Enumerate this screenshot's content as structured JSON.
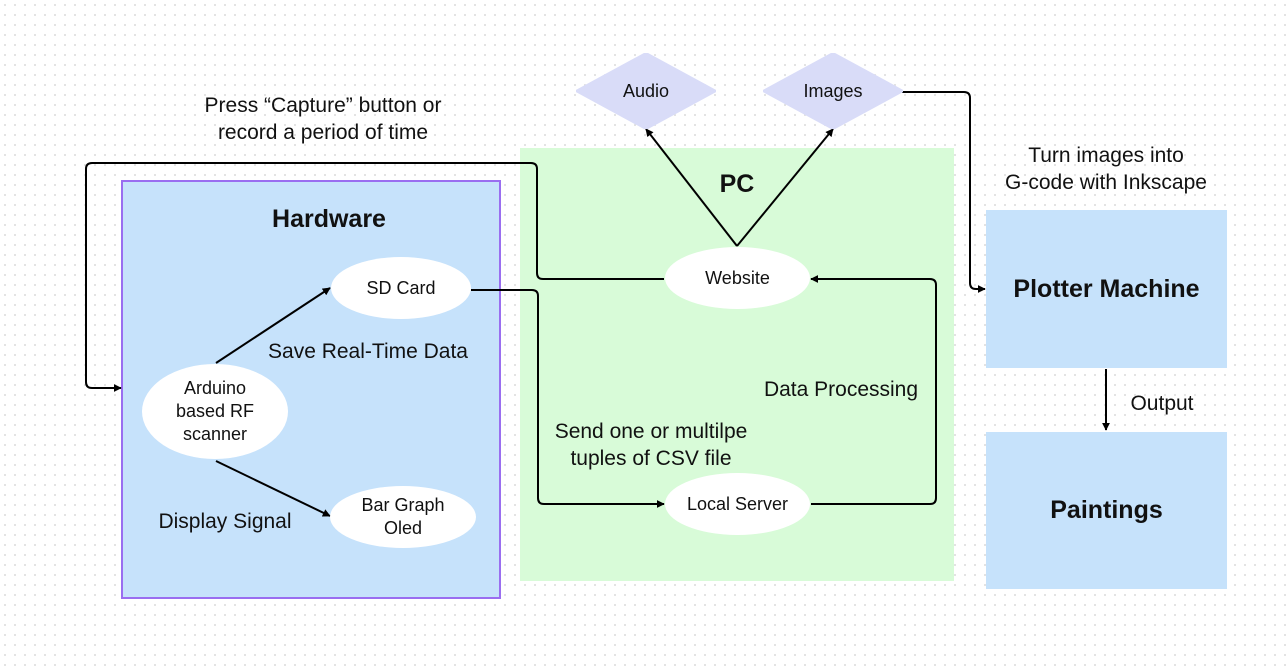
{
  "regions": {
    "hardware_title": "Hardware",
    "pc_title": "PC"
  },
  "nodes": {
    "arduino": "Arduino\nbased RF\nscanner",
    "sd_card": "SD Card",
    "bar_graph": "Bar Graph\nOled",
    "website": "Website",
    "local_server": "Local Server",
    "audio": "Audio",
    "images": "Images",
    "plotter": "Plotter Machine",
    "paintings": "Paintings"
  },
  "labels": {
    "capture": "Press “Capture” button or\nrecord a period of time",
    "save_data": "Save Real-Time Data",
    "display_signal": "Display Signal",
    "send_csv": "Send one or multilpe\ntuples of CSV file",
    "data_processing": "Data Processing",
    "gcode": "Turn images into\nG-code with Inkscape",
    "output": "Output"
  },
  "colors": {
    "hardware_fill": "#c6e2fb",
    "hardware_border": "#9a6ef0",
    "pc_fill": "#d8fbd8",
    "diamond_fill": "#d9dcf8",
    "node_fill": "#ffffff"
  }
}
